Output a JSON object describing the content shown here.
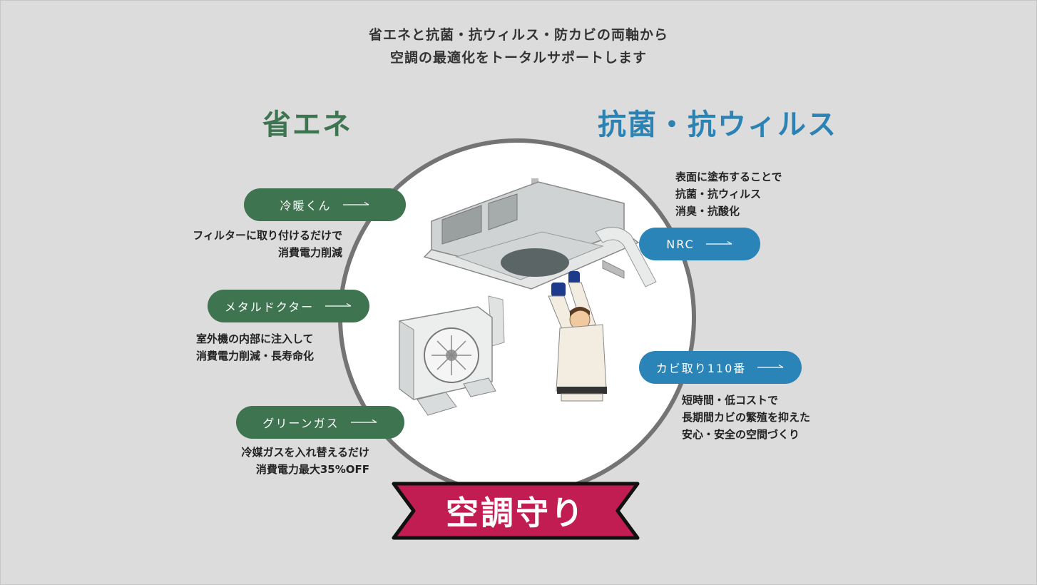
{
  "intro": {
    "line1": "省エネと抗菌・抗ウィルス・防カビの両軸から",
    "line2": "空調の最適化をトータルサポートします"
  },
  "left": {
    "heading": "省エネ",
    "items": [
      {
        "label": "冷暖くん",
        "desc_line1": "フィルターに取り付けるだけで",
        "desc_line2": "消費電力削減"
      },
      {
        "label": "メタルドクター",
        "desc_line1": "室外機の内部に注入して",
        "desc_line2": "消費電力削減・長寿命化"
      },
      {
        "label": "グリーンガス",
        "desc_line1": "冷媒ガスを入れ替えるだけ",
        "desc_line2": "消費電力最大35%OFF"
      }
    ]
  },
  "right": {
    "heading": "抗菌・抗ウィルス",
    "items": [
      {
        "label": "NRC",
        "desc_line1": "表面に塗布することで",
        "desc_line2": "抗菌・抗ウィルス",
        "desc_line3": "消臭・抗酸化"
      },
      {
        "label": "カビ取り110番",
        "desc_line1": "短時間・低コストで",
        "desc_line2": "長期間カビの繁殖を抑えた",
        "desc_line3": "安心・安全の空間づくり"
      }
    ]
  },
  "banner": {
    "text": "空調守り"
  },
  "colors": {
    "green": "#3f7450",
    "blue": "#2a84b8",
    "banner": "#c21d52",
    "background": "#dcdcdc"
  },
  "icons": [
    "arrow-right-icon",
    "ceiling-ac-illustration",
    "outdoor-unit-illustration",
    "worker-illustration"
  ]
}
